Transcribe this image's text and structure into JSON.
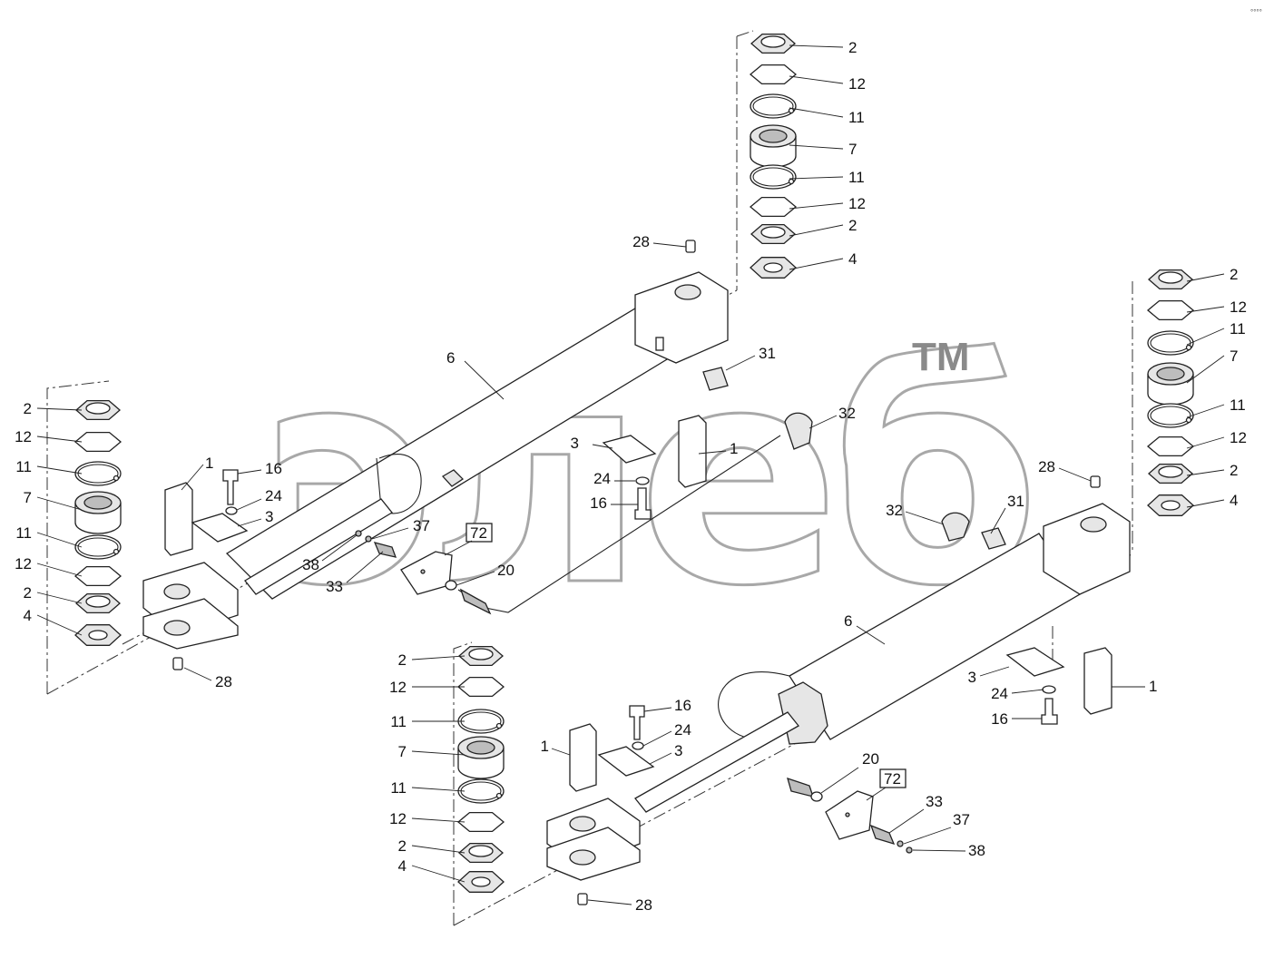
{
  "watermark": {
    "text": "элеб",
    "tm": "TM"
  },
  "callouts": {
    "top_stack": [
      "2",
      "12",
      "11",
      "7",
      "11",
      "12",
      "2",
      "4"
    ],
    "right_stack": [
      "2",
      "12",
      "11",
      "7",
      "11",
      "12",
      "2",
      "4"
    ],
    "left_stack": [
      "2",
      "12",
      "11",
      "7",
      "11",
      "12",
      "2",
      "4"
    ],
    "bottom_stack": [
      "2",
      "12",
      "11",
      "7",
      "11",
      "12",
      "2",
      "4"
    ],
    "upper_cylinder": {
      "body": "6",
      "grease_nipple_top": "28",
      "grease_nipple_bottom": "28",
      "pin_left": "1",
      "bolt_left": "16",
      "washer_left": "24",
      "plate_left": "3",
      "elbow": "37",
      "hose_fitting": "38",
      "adapter": "33",
      "decal": "72",
      "seal": "20",
      "union": "31",
      "swivel": "32",
      "plate_mid": "3",
      "washer_mid": "24",
      "bolt_mid": "16",
      "pin_mid": "1"
    },
    "lower_cylinder": {
      "body": "6",
      "grease_nipple_top": "28",
      "grease_nipple_bottom": "28",
      "swivel": "32",
      "union": "31",
      "plate_right": "3",
      "washer_right": "24",
      "bolt_right": "16",
      "pin_right": "1",
      "bolt_left": "16",
      "washer_left": "24",
      "plate_left": "3",
      "pin_left": "1",
      "seal": "20",
      "decal": "72",
      "adapter": "33",
      "elbow": "37",
      "hose_fitting": "38"
    }
  }
}
